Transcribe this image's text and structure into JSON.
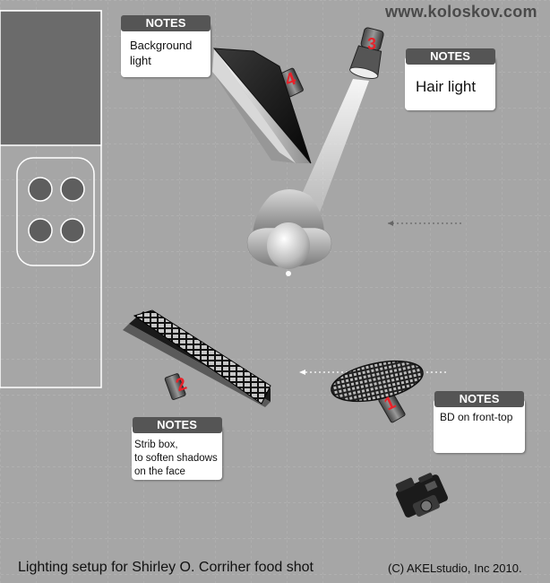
{
  "site": "www.koloskov.com",
  "caption": "Lighting setup for Shirley O. Corriher food shot",
  "copyright": "(C) AKELstudio, Inc 2010.",
  "light_numbers": {
    "one": "1",
    "two": "2",
    "three": "3",
    "four": "4"
  },
  "notes": [
    {
      "header": "NOTES",
      "text": "Background\n light"
    },
    {
      "header": "NOTES",
      "text": "Hair light"
    },
    {
      "header": "NOTES",
      "text": "BD on front-top"
    },
    {
      "header": "NOTES",
      "text": "Strib box,\nto soften shadows\non the face"
    }
  ],
  "colors": {
    "background": "#a6a6a6",
    "grid": "#bfbfbf",
    "number_red": "#e8222a",
    "note_header": "#555555"
  }
}
